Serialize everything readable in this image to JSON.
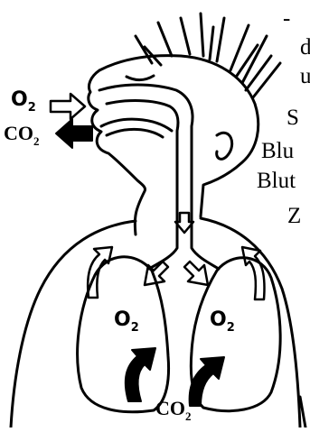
{
  "labels": {
    "o2_in": "O",
    "o2_in_sub": "2",
    "co2_out": "CO",
    "co2_out_sub": "2",
    "o2_left": "O",
    "o2_left_sub": "2",
    "o2_right": "O",
    "o2_right_sub": "2",
    "co2_bottom": "CO",
    "co2_bottom_sub": "2"
  },
  "side_text": [
    "-",
    "d",
    "u",
    "S",
    "Blu",
    "Blut",
    "Z"
  ]
}
